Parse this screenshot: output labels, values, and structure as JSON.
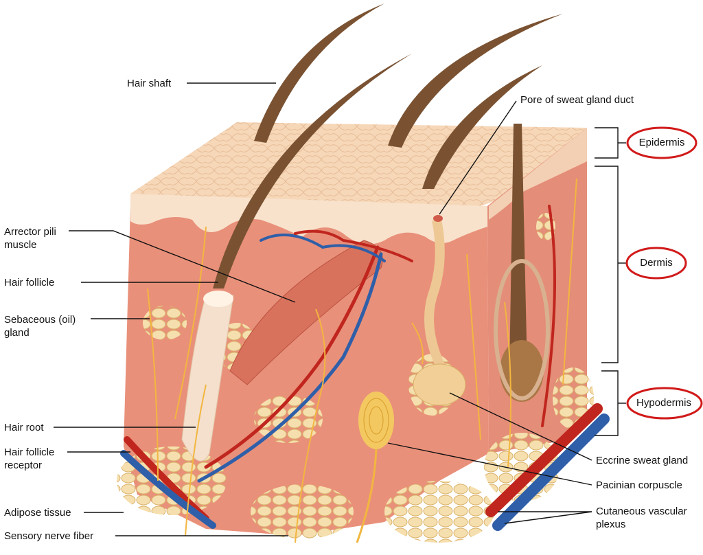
{
  "labels": {
    "hair_shaft": "Hair shaft",
    "pore": "Pore of sweat gland duct",
    "arrector": "Arrector pili\nmuscle",
    "hair_follicle": "Hair follicle",
    "sebaceous": "Sebaceous (oil)\ngland",
    "hair_root": "Hair root",
    "hair_follicle_receptor": "Hair follicle\nreceptor",
    "adipose": "Adipose tissue",
    "sensory_nerve": "Sensory nerve fiber",
    "eccrine": "Eccrine sweat gland",
    "pacinian": "Pacinian corpuscle",
    "cutaneous": "Cutaneous vascular\nplexus"
  },
  "layers": {
    "epidermis": "Epidermis",
    "dermis": "Dermis",
    "hypodermis": "Hypodermis"
  },
  "colors": {
    "epidermis": "#f6d7b8",
    "dermis": "#e9907a",
    "hypodermis": "#f4d9a8",
    "hair": "#7a5232",
    "artery": "#c0261e",
    "vein": "#2f5fa8",
    "nerve": "#f2b640",
    "highlight_ring": "#d11a1a"
  }
}
